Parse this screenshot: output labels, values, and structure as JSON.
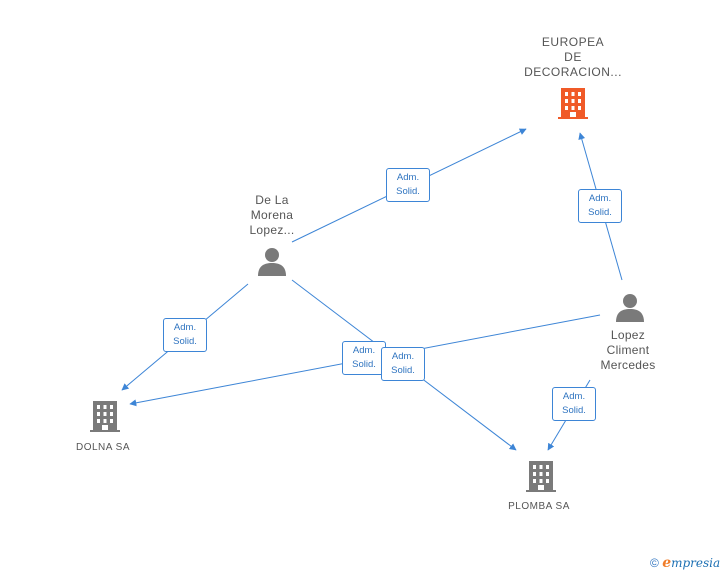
{
  "colors": {
    "edge": "#3d85d6",
    "person": "#7a7a7a",
    "company": "#7a7a7a",
    "company_highlight": "#f05a28"
  },
  "nodes": {
    "europea": {
      "lines": [
        "EUROPEA",
        "DE",
        "DECORACION..."
      ],
      "icon": "building-icon"
    },
    "de_la_morena": {
      "lines": [
        "De La",
        "Morena",
        "Lopez..."
      ],
      "icon": "person-icon"
    },
    "lopez_climent": {
      "lines": [
        "Lopez",
        "Climent",
        "Mercedes"
      ],
      "icon": "person-icon"
    },
    "dolna": {
      "lines": [
        "DOLNA SA"
      ],
      "icon": "building-icon"
    },
    "plomba": {
      "lines": [
        "PLOMBA SA"
      ],
      "icon": "building-icon"
    }
  },
  "relations": [
    {
      "id": "rel-morena-europea",
      "line1": "Adm.",
      "line2": "Solid."
    },
    {
      "id": "rel-climent-europea",
      "line1": "Adm.",
      "line2": "Solid."
    },
    {
      "id": "rel-morena-dolna",
      "line1": "Adm.",
      "line2": "Solid."
    },
    {
      "id": "rel-climent-dolna",
      "line1": "Adm.",
      "line2": "Solid."
    },
    {
      "id": "rel-morena-plomba",
      "line1": "Adm.",
      "line2": "Solid."
    },
    {
      "id": "rel-climent-plomba",
      "line1": "Adm.",
      "line2": "Solid."
    }
  ],
  "footer": {
    "copyright": "©",
    "brand_initial": "e",
    "brand_rest": "mpresia"
  }
}
